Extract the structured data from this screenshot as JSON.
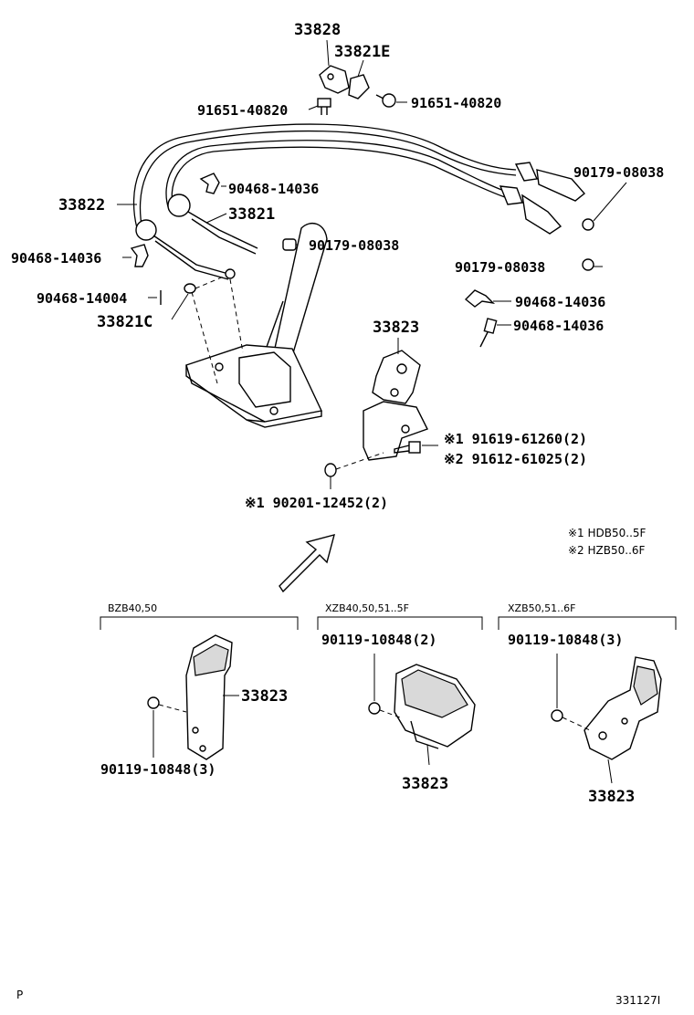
{
  "callouts": [
    {
      "id": "c1",
      "text": "33828"
    },
    {
      "id": "c2",
      "text": "33821E"
    },
    {
      "id": "c3",
      "text": "91651-40820"
    },
    {
      "id": "c4",
      "text": "91651-40820"
    },
    {
      "id": "c5",
      "text": "90179-08038"
    },
    {
      "id": "c6",
      "text": "90468-14036"
    },
    {
      "id": "c7",
      "text": "33822"
    },
    {
      "id": "c8",
      "text": "33821"
    },
    {
      "id": "c9",
      "text": "90179-08038"
    },
    {
      "id": "c10",
      "text": "90468-14036"
    },
    {
      "id": "c11",
      "text": "90179-08038"
    },
    {
      "id": "c12",
      "text": "90468-14004"
    },
    {
      "id": "c13",
      "text": "33821C"
    },
    {
      "id": "c14",
      "text": "90468-14036"
    },
    {
      "id": "c15",
      "text": "90468-14036"
    },
    {
      "id": "c16",
      "text": "33823"
    },
    {
      "id": "c17",
      "text": "※1  91619-61260(2)"
    },
    {
      "id": "c18",
      "text": "※2  91612-61025(2)"
    },
    {
      "id": "c19",
      "text": "※1  90201-12452(2)"
    },
    {
      "id": "c20",
      "text": "90119-10848(2)"
    },
    {
      "id": "c21",
      "text": "90119-10848(3)"
    },
    {
      "id": "c22",
      "text": "33823"
    },
    {
      "id": "c23",
      "text": "90119-10848(3)"
    },
    {
      "id": "c24",
      "text": "33823"
    },
    {
      "id": "c25",
      "text": "33823"
    }
  ],
  "notes": [
    "※1 HDB50..5F",
    "※2 HZB50..6F"
  ],
  "variants": [
    {
      "id": "v1",
      "label": "BZB40,50"
    },
    {
      "id": "v2",
      "label": "XZB40,50,51..5F"
    },
    {
      "id": "v3",
      "label": "XZB50,51..6F"
    }
  ],
  "footer": {
    "left": "P",
    "right": "331127I"
  }
}
